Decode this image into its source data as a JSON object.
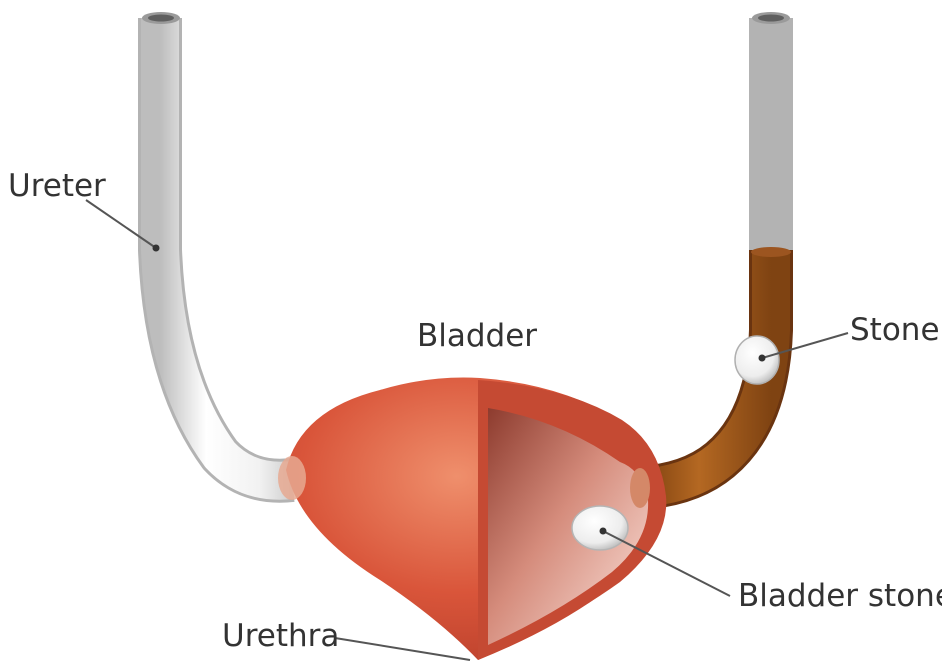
{
  "labels": {
    "ureter": "Ureter",
    "bladder": "Bladder",
    "stone": "Stone",
    "bladder_stone": "Bladder stone",
    "urethra": "Urethra"
  },
  "colors": {
    "bladder_outer": "#d9553a",
    "bladder_inner": "#f2b7a4",
    "tube_white": "#f1f1f1",
    "stone_fluid": "#a65b1c",
    "stone": "#f8f8f8"
  }
}
